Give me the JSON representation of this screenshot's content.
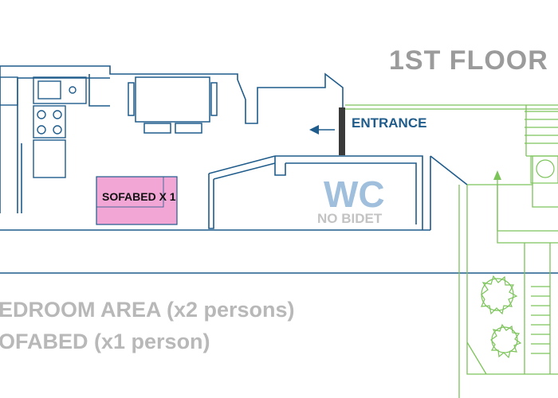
{
  "floor_label": "1ST FLOOR",
  "entrance_label": "ENTRANCE",
  "wc_label": "WC",
  "wc_note": "NO BIDET",
  "sofabed_label": "SOFABED X 1",
  "legend": {
    "line1": "EDROOM AREA (x2 persons)",
    "line2": "OFABED  (x1 person)"
  },
  "colors": {
    "wall": "#1f5c8c",
    "exterior": "#7cc45a",
    "sofabed_fill": "#f2a6d6",
    "title_gray": "#9b9b9b",
    "wc_blue": "#9fbfdc"
  }
}
